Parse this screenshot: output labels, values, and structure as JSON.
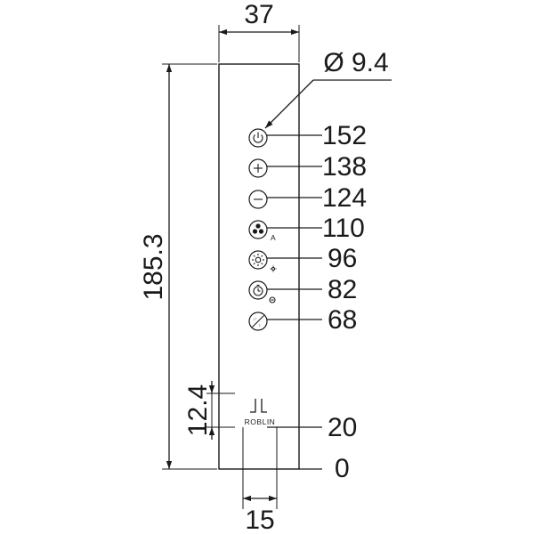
{
  "dimensions": {
    "width": "37",
    "height": "185.3",
    "logo_height": "12.4",
    "logo_width": "15",
    "button_diameter": "Ø 9.4"
  },
  "positions": [
    "152",
    "138",
    "124",
    "110",
    "96",
    "82",
    "68",
    "20",
    "0"
  ],
  "buttons": [
    {
      "name": "power",
      "icon": "power-icon"
    },
    {
      "name": "plus",
      "icon": "plus-icon"
    },
    {
      "name": "minus",
      "icon": "minus-icon"
    },
    {
      "name": "fan-auto",
      "icon": "fan-icon",
      "sub": "A"
    },
    {
      "name": "light",
      "icon": "light-icon"
    },
    {
      "name": "timer",
      "icon": "timer-icon"
    },
    {
      "name": "filter",
      "icon": "filter-icon"
    }
  ],
  "logo": {
    "brand": "ROBLIN"
  }
}
